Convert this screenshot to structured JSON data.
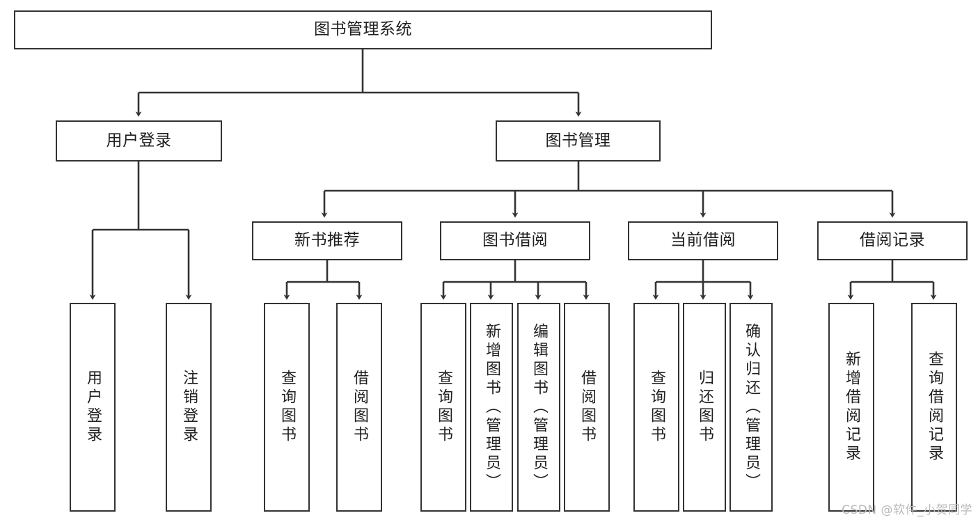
{
  "diagram": {
    "title": "图书管理系统",
    "watermark": "CSDN @软件_小贺同学",
    "colors": {
      "background": "#ffffff",
      "box_border": "#333333",
      "box_fill": "#ffffff",
      "connector": "#333333",
      "text": "#1f1f1f",
      "watermark": "#b9b9b9"
    },
    "root": {
      "label": "图书管理系统"
    },
    "level2": [
      {
        "id": "user-login",
        "label": "用户登录"
      },
      {
        "id": "book-management",
        "label": "图书管理"
      }
    ],
    "level3": [
      {
        "id": "new-book-recommend",
        "label": "新书推荐"
      },
      {
        "id": "book-borrow",
        "label": "图书借阅"
      },
      {
        "id": "current-borrow",
        "label": "当前借阅"
      },
      {
        "id": "borrow-record",
        "label": "借阅记录"
      }
    ],
    "leaves": [
      {
        "id": "leaf-user-login",
        "label": "用户登录",
        "parent": "user-login"
      },
      {
        "id": "leaf-logout-login",
        "label": "注销登录",
        "parent": "user-login"
      },
      {
        "id": "leaf-query-book-1",
        "label": "查询图书",
        "parent": "new-book-recommend"
      },
      {
        "id": "leaf-borrow-book-1",
        "label": "借阅图书",
        "parent": "new-book-recommend"
      },
      {
        "id": "leaf-query-book-2",
        "label": "查询图书",
        "parent": "book-borrow"
      },
      {
        "id": "leaf-add-book-admin",
        "label": "新增图书（管理员）",
        "parent": "book-borrow"
      },
      {
        "id": "leaf-edit-book-admin",
        "label": "编辑图书（管理员）",
        "parent": "book-borrow"
      },
      {
        "id": "leaf-borrow-book-2",
        "label": "借阅图书",
        "parent": "book-borrow"
      },
      {
        "id": "leaf-query-book-3",
        "label": "查询图书",
        "parent": "current-borrow"
      },
      {
        "id": "leaf-return-book",
        "label": "归还图书",
        "parent": "current-borrow"
      },
      {
        "id": "leaf-confirm-return-admin",
        "label": "确认归还（管理员）",
        "parent": "current-borrow"
      },
      {
        "id": "leaf-add-borrow-record",
        "label": "新增借阅记录",
        "parent": "borrow-record"
      },
      {
        "id": "leaf-query-borrow-record",
        "label": "查询借阅记录",
        "parent": "borrow-record"
      }
    ]
  }
}
